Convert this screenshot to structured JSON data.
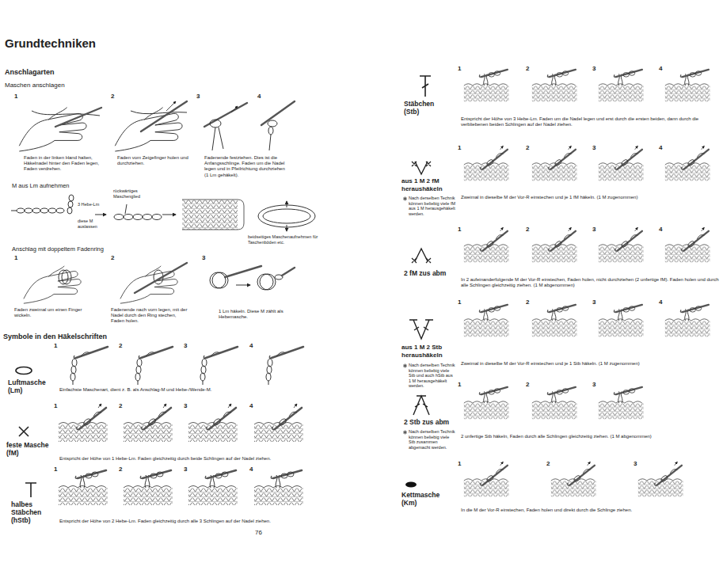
{
  "diagram": {
    "title": "Grundtechniken",
    "labels": [
      "Anschlagarten",
      "Maschen anschlagen",
      "1",
      "2",
      "3",
      "4",
      "Faden in der linken Hand halten, Häkelnadel hinter den Faden legen, Faden verdrehen.",
      "Faden vom Zeigefinger holen und durchziehen.",
      "Fadenende festziehen. Dies ist die Anfangsschlinge. Faden um die Nadel legen und in Pfeilrichtung durchziehen (1 Lm gehäkelt).",
      "M aus Lm aufnehmen",
      "3 Hebe-Lm",
      "rückwärtiges Maschenglied",
      "diese M auslassen",
      "beidseitiges Maschenaufnehmen für Taschenböden etc.",
      "Anschlag mit doppeltem Fadenring",
      "1",
      "2",
      "3",
      "Faden zweimal um einen Finger wickeln.",
      "Fadenende nach vorn legen, mit der Nadel durch den Ring stechen, Faden holen.",
      "1 Lm häkeln. Diese M zählt als Hebemasche.",
      "Symbole in den Häkelschriften",
      "1",
      "2",
      "3",
      "4",
      "Luftmasche (Lm)",
      "Einfachste Maschenart, dient z. B. als Anschlag-M und Hebe-/Wende-M.",
      "1",
      "2",
      "3",
      "4",
      "feste Masche (fM)",
      "Entspricht der Höhe von 1 Hebe-Lm. Faden gleichzeitig durch beide Schlingen auf der Nadel ziehen.",
      "1",
      "2",
      "3",
      "4",
      "halbes Stäbchen (hStb)",
      "Entspricht der Höhe von 2 Hebe-Lm. Faden gleichzeitig durch alle 3 Schlingen auf der Nadel ziehen.",
      "76",
      "1",
      "2",
      "3",
      "4",
      "Stäbchen (Stb)",
      "Entspricht der Höhe von 3 Hebe-Lm. Faden um die Nadel legen und erst durch die ersten beiden, dann durch die verbliebenen beiden Schlingen auf der Nadel ziehen.",
      "1",
      "2",
      "3",
      "4",
      "aus 1 M 2 fM heraushäkeln",
      "Nach derselben Technik können beliebig viele fM aus 1 M herausgehäkelt werden.",
      "Zweimal in dieselbe M der Vor-R einstechen und je 1 fM häkeln. (1 M zugenommen)",
      "1",
      "2",
      "3",
      "4",
      "2 fM zus abm",
      "In 2 aufeinanderfolgende M der Vor-R einstechen, Faden holen, nicht durchziehen (2 unfertige fM). Faden holen und durch alle Schlingen gleichzeitig ziehen. (1 M abgenommen)",
      "1",
      "2",
      "3",
      "4",
      "aus 1 M 2 Stb heraushäkeln",
      "Nach derselben Technik können beliebig viele Stb und auch hStb aus 1 M herausgehäkelt werden.",
      "Zweimal in dieselbe M der Vor-R einstechen und je 1 Stb häkeln. (1 M zugenommen)",
      "1",
      "2",
      "3",
      "2 Stb zus abm",
      "Nach derselben Technik können beliebig viele Stb zusammen abgemacht werden.",
      "2 unfertige Stb häkeln, Faden durch alle Schlingen gleichzeitig ziehen. (1 M abgenommen)",
      "1",
      "2",
      "3",
      "Kettmasche (Km)",
      "In die M der Vor-R einstechen, Faden holen und direkt durch die Schlinge ziehen."
    ]
  }
}
